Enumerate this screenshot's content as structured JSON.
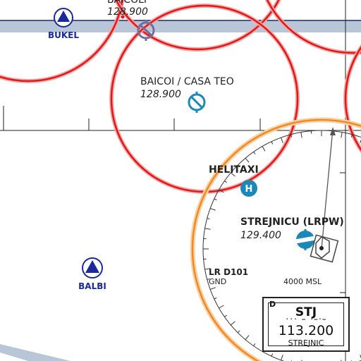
{
  "map": {
    "points": {
      "bukel": {
        "name": "BUKEL"
      },
      "balbi": {
        "name": "BALBI"
      }
    },
    "stations": {
      "top_partial": {
        "name": "BAICOLI",
        "freq": "128.900"
      },
      "baicoi": {
        "name": "BAICOI / CASA TEO",
        "freq": "128.900"
      },
      "strejnicu": {
        "name": "STREJNICU (LRPW)",
        "freq": "129.400"
      }
    },
    "heliport": {
      "name": "HELITAXI",
      "symbol": "H"
    },
    "restricted_area": {
      "name": "LR D101",
      "lower": "GND",
      "upper": "4000 MSL"
    },
    "navaid": {
      "class": "D",
      "ident": "STJ",
      "morse": "··· — ·—·—",
      "frequency": "113.200",
      "name": "STREJNIC"
    }
  },
  "colors": {
    "airport_red": "#e01818",
    "reporting_point_blue": "#1a2a9a",
    "heliport_teal": "#1a88b8",
    "compass_orange": "#f08a24",
    "airway_band": "#b8c6d8"
  }
}
